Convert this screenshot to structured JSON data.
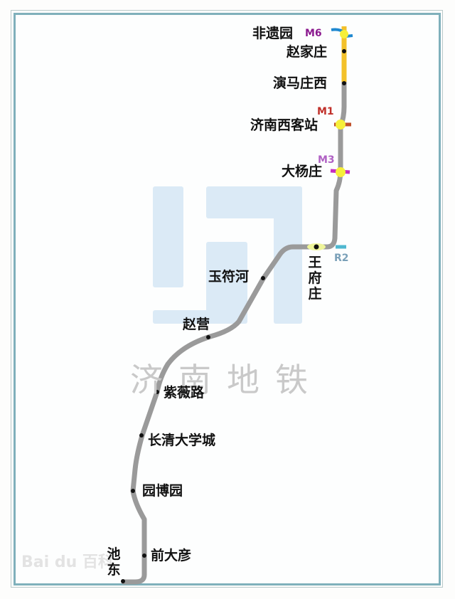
{
  "map": {
    "title_watermark": "济南地铁",
    "source_watermark": "Bai du 百科",
    "line_colors": {
      "track": "#999999",
      "extension": "#f3c12a",
      "frame": "#7fb0bb",
      "logo": "#dbeaf6"
    },
    "stations": [
      {
        "name": "非遗园",
        "transfer": "M6",
        "transfer_color": "#8b1a8f"
      },
      {
        "name": "赵家庄"
      },
      {
        "name": "演马庄西"
      },
      {
        "name": "济南西客站",
        "transfer": "M1",
        "transfer_color": "#c0302a"
      },
      {
        "name": "大杨庄",
        "transfer": "M3",
        "transfer_color": "#b061c4"
      },
      {
        "name": "王府庄",
        "transfer": "R2",
        "transfer_color": "#7aa0b8"
      },
      {
        "name": "玉符河"
      },
      {
        "name": "赵营"
      },
      {
        "name": "紫薇路"
      },
      {
        "name": "长清大学城"
      },
      {
        "name": "园博园"
      },
      {
        "name": "前大彦"
      },
      {
        "name": "池东"
      }
    ],
    "vertical_labels": {
      "wangfuzhuang": [
        "王",
        "府",
        "庄"
      ],
      "chidong": [
        "池",
        "东"
      ]
    }
  }
}
